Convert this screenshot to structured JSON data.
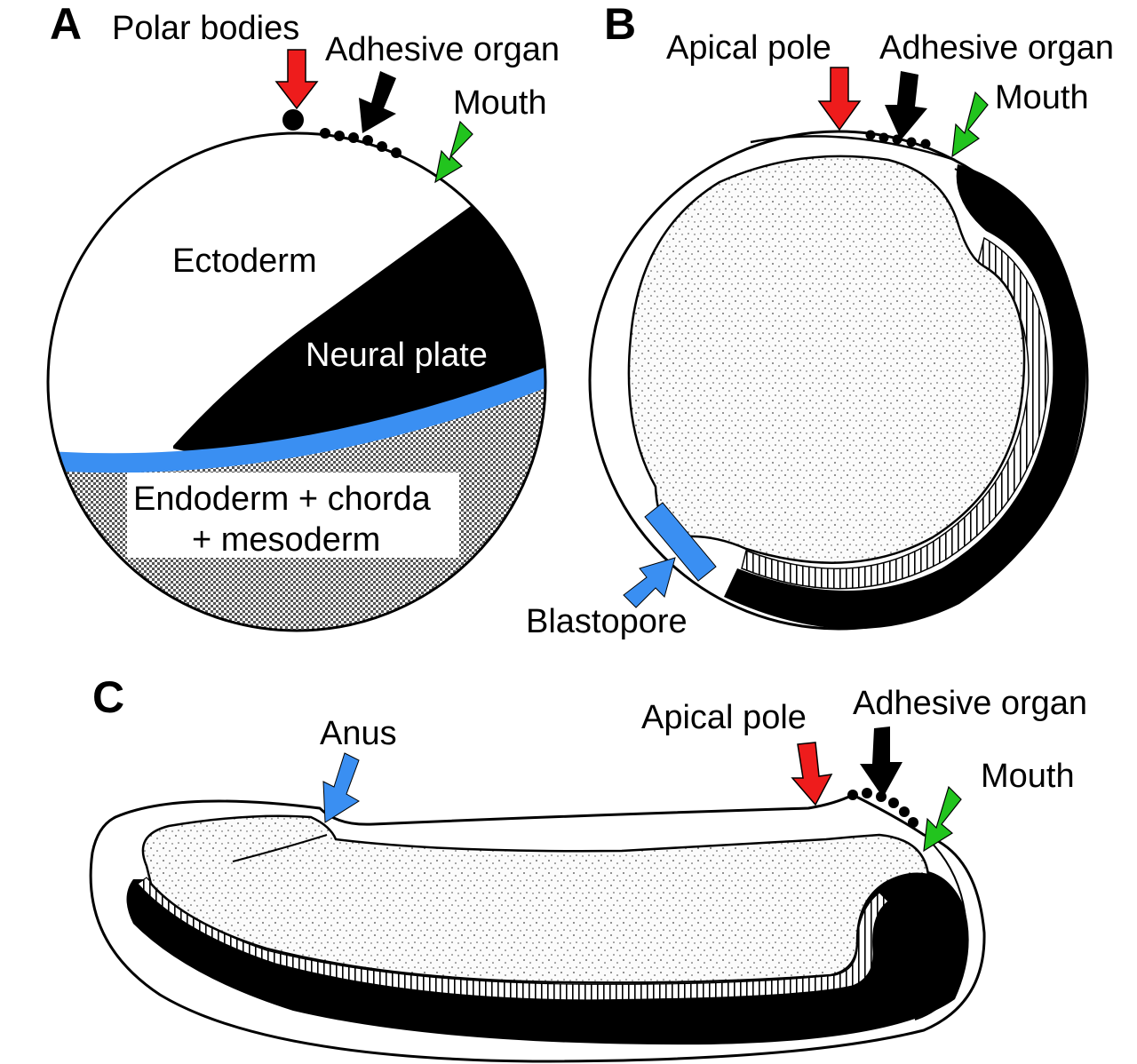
{
  "panels": {
    "a": {
      "letter": "A",
      "polar_bodies": "Polar bodies",
      "adhesive_organ": "Adhesive organ",
      "mouth": "Mouth",
      "ectoderm": "Ectoderm",
      "neural_plate": "Neural plate",
      "endoderm_line1": "Endoderm + chorda",
      "endoderm_line2": "+ mesoderm"
    },
    "b": {
      "letter": "B",
      "apical_pole": "Apical pole",
      "adhesive_organ": "Adhesive organ",
      "mouth": "Mouth",
      "blastopore": "Blastopore"
    },
    "c": {
      "letter": "C",
      "anus": "Anus",
      "apical_pole": "Apical pole",
      "adhesive_organ": "Adhesive organ",
      "mouth": "Mouth"
    }
  },
  "colors": {
    "red_arrow": "#ee1c1c",
    "black_arrow": "#000000",
    "green_arrow": "#22c41e",
    "blue": "#3a8ff2",
    "neural": "#000000"
  }
}
